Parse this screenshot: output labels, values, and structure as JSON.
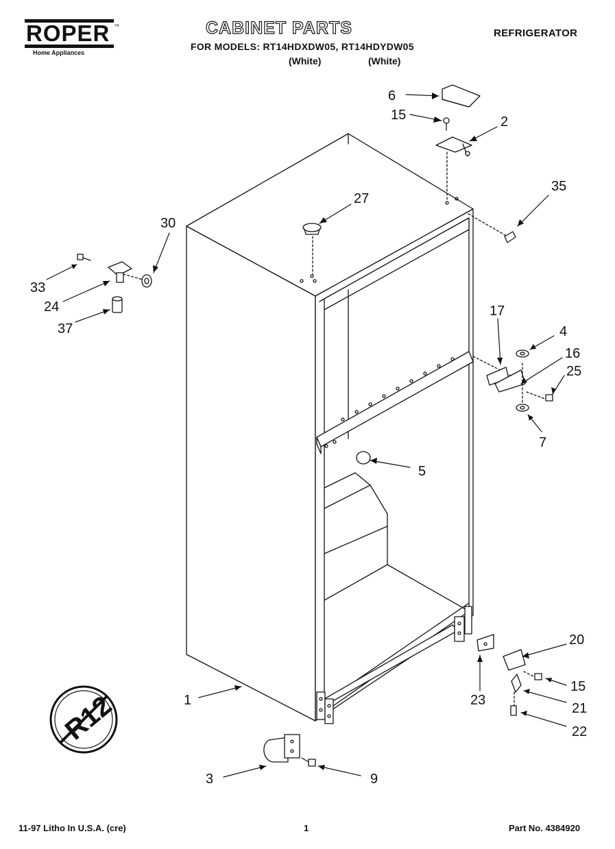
{
  "brand": {
    "name": "ROPER",
    "tagline": "Home Appliances",
    "trademark": "™"
  },
  "header": {
    "title": "CABINET PARTS",
    "models_line": "FOR MODELS: RT14HDXDW05, RT14HDYDW05",
    "model_colors": [
      "(White)",
      "(White)"
    ],
    "category": "REFRIGERATOR"
  },
  "callouts": {
    "c1": "1",
    "c2": "2",
    "c3": "3",
    "c4": "4",
    "c5": "5",
    "c6": "6",
    "c7": "7",
    "c9": "9",
    "c15a": "15",
    "c15b": "15",
    "c16": "16",
    "c17": "17",
    "c20": "20",
    "c21": "21",
    "c22": "22",
    "c23": "23",
    "c24": "24",
    "c25": "25",
    "c27": "27",
    "c30": "30",
    "c33": "33",
    "c35": "35",
    "c37": "37"
  },
  "badge": {
    "text": "R12"
  },
  "footer": {
    "print_info": "11-97 Litho In U.S.A. (cre)",
    "page": "1",
    "part_number": "Part No. 4384920"
  }
}
